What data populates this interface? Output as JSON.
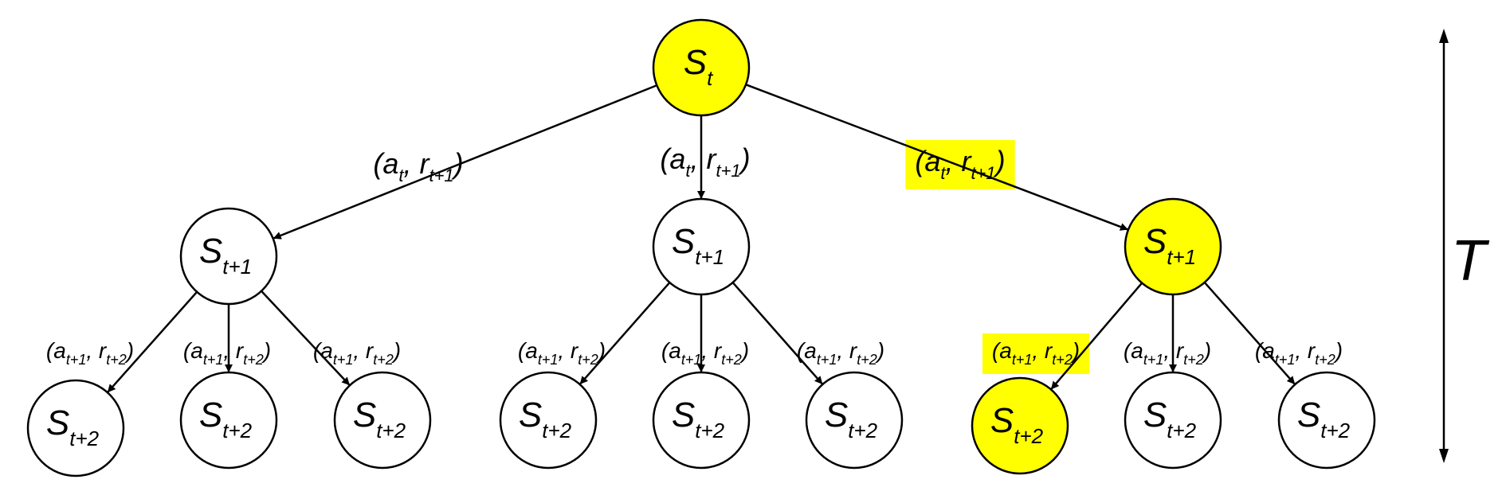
{
  "colors": {
    "highlight": "#ffff00",
    "node_fill": "#ffffff",
    "stroke": "#000000"
  },
  "nodes": [
    {
      "id": "root",
      "base": "S",
      "sub": "t",
      "highlighted": true
    },
    {
      "id": "l1-left",
      "base": "S",
      "sub": "t+1",
      "highlighted": false
    },
    {
      "id": "l1-mid",
      "base": "S",
      "sub": "t+1",
      "highlighted": false
    },
    {
      "id": "l1-right",
      "base": "S",
      "sub": "t+1",
      "highlighted": true
    },
    {
      "id": "l2-1",
      "base": "S",
      "sub": "t+2",
      "highlighted": false
    },
    {
      "id": "l2-2",
      "base": "S",
      "sub": "t+2",
      "highlighted": false
    },
    {
      "id": "l2-3",
      "base": "S",
      "sub": "t+2",
      "highlighted": false
    },
    {
      "id": "l2-4",
      "base": "S",
      "sub": "t+2",
      "highlighted": false
    },
    {
      "id": "l2-5",
      "base": "S",
      "sub": "t+2",
      "highlighted": false
    },
    {
      "id": "l2-6",
      "base": "S",
      "sub": "t+2",
      "highlighted": false
    },
    {
      "id": "l2-7",
      "base": "S",
      "sub": "t+2",
      "highlighted": true
    },
    {
      "id": "l2-8",
      "base": "S",
      "sub": "t+2",
      "highlighted": false
    },
    {
      "id": "l2-9",
      "base": "S",
      "sub": "t+2",
      "highlighted": false
    }
  ],
  "edges": [
    {
      "from": "root",
      "to": "l1-left",
      "a": "t",
      "r": "t+1",
      "highlighted": false
    },
    {
      "from": "root",
      "to": "l1-mid",
      "a": "t",
      "r": "t+1",
      "highlighted": false
    },
    {
      "from": "root",
      "to": "l1-right",
      "a": "t",
      "r": "t+1",
      "highlighted": true
    },
    {
      "from": "l1-left",
      "to": "l2-1",
      "a": "t+1",
      "r": "t+2",
      "highlighted": false
    },
    {
      "from": "l1-left",
      "to": "l2-2",
      "a": "t+1",
      "r": "t+2",
      "highlighted": false
    },
    {
      "from": "l1-left",
      "to": "l2-3",
      "a": "t+1",
      "r": "t+2",
      "highlighted": false
    },
    {
      "from": "l1-mid",
      "to": "l2-4",
      "a": "t+1",
      "r": "t+2",
      "highlighted": false
    },
    {
      "from": "l1-mid",
      "to": "l2-5",
      "a": "t+1",
      "r": "t+2",
      "highlighted": false
    },
    {
      "from": "l1-mid",
      "to": "l2-6",
      "a": "t+1",
      "r": "t+2",
      "highlighted": false
    },
    {
      "from": "l1-right",
      "to": "l2-7",
      "a": "t+1",
      "r": "t+2",
      "highlighted": true
    },
    {
      "from": "l1-right",
      "to": "l2-8",
      "a": "t+1",
      "r": "t+2",
      "highlighted": false
    },
    {
      "from": "l1-right",
      "to": "l2-9",
      "a": "t+1",
      "r": "t+2",
      "highlighted": false
    }
  ],
  "time_axis": {
    "label": "T"
  }
}
